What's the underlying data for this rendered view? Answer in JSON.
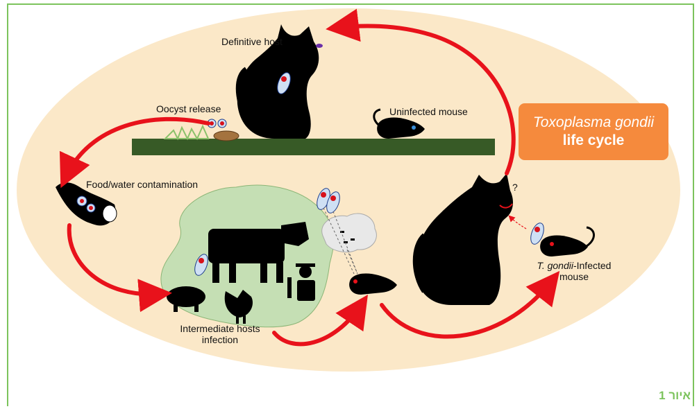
{
  "title": {
    "line1": "Toxoplasma gondii",
    "line2": "life cycle"
  },
  "labels": {
    "definitive_host": "Definitive host",
    "oocyst_release": "Oocyst release",
    "uninfected_mouse": "Uninfected mouse",
    "food_water": "Food/water contamination",
    "intermediate_line1": "Intermediate hosts",
    "intermediate_line2": "infection",
    "infected_prefix": "T. gondii",
    "infected_suffix": "-Infected",
    "infected_line2": "mouse",
    "question": "?"
  },
  "figure_label": "איור 1",
  "colors": {
    "background_ellipse": "#fbe8c8",
    "ground": "#375a26",
    "arrow": "#e8121b",
    "title_box": "#f58a3d",
    "frame": "#7cc35c",
    "host_region": "#c5dfb4",
    "silhouette": "#000000"
  }
}
